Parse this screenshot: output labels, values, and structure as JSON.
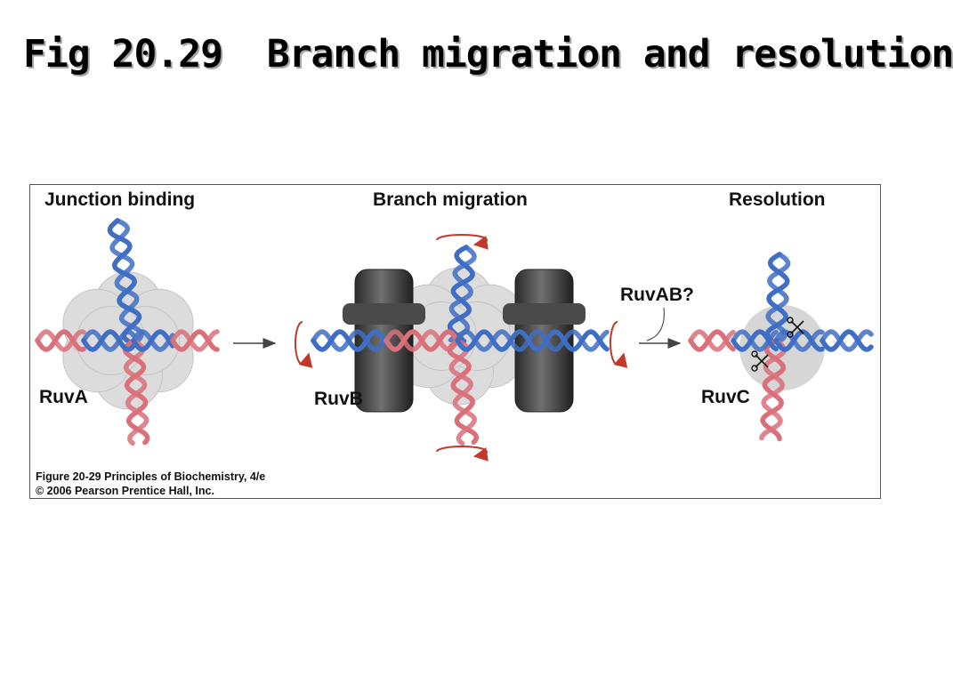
{
  "slide": {
    "title": "Fig 20.29  Branch migration and resolution"
  },
  "figure": {
    "stages": {
      "junction": "Junction binding",
      "migration": "Branch migration",
      "resolution": "Resolution"
    },
    "labels": {
      "ruva": "RuvA",
      "ruvb": "RuvB",
      "ruvab": "RuvAB?",
      "ruvc": "RuvC"
    },
    "caption": {
      "line1": "Figure 20-29  Principles of Biochemistry, 4/e",
      "line2": "© 2006 Pearson Prentice Hall, Inc."
    },
    "colors": {
      "blue_strand": "#3f6fc4",
      "red_strand": "#d9707a",
      "ruva_fill": "#dcdcdc",
      "ruvb_ring": "#3c3c3c",
      "rotation_arrow": "#c0392b",
      "ruvc_fill": "#c8c8c8"
    }
  }
}
